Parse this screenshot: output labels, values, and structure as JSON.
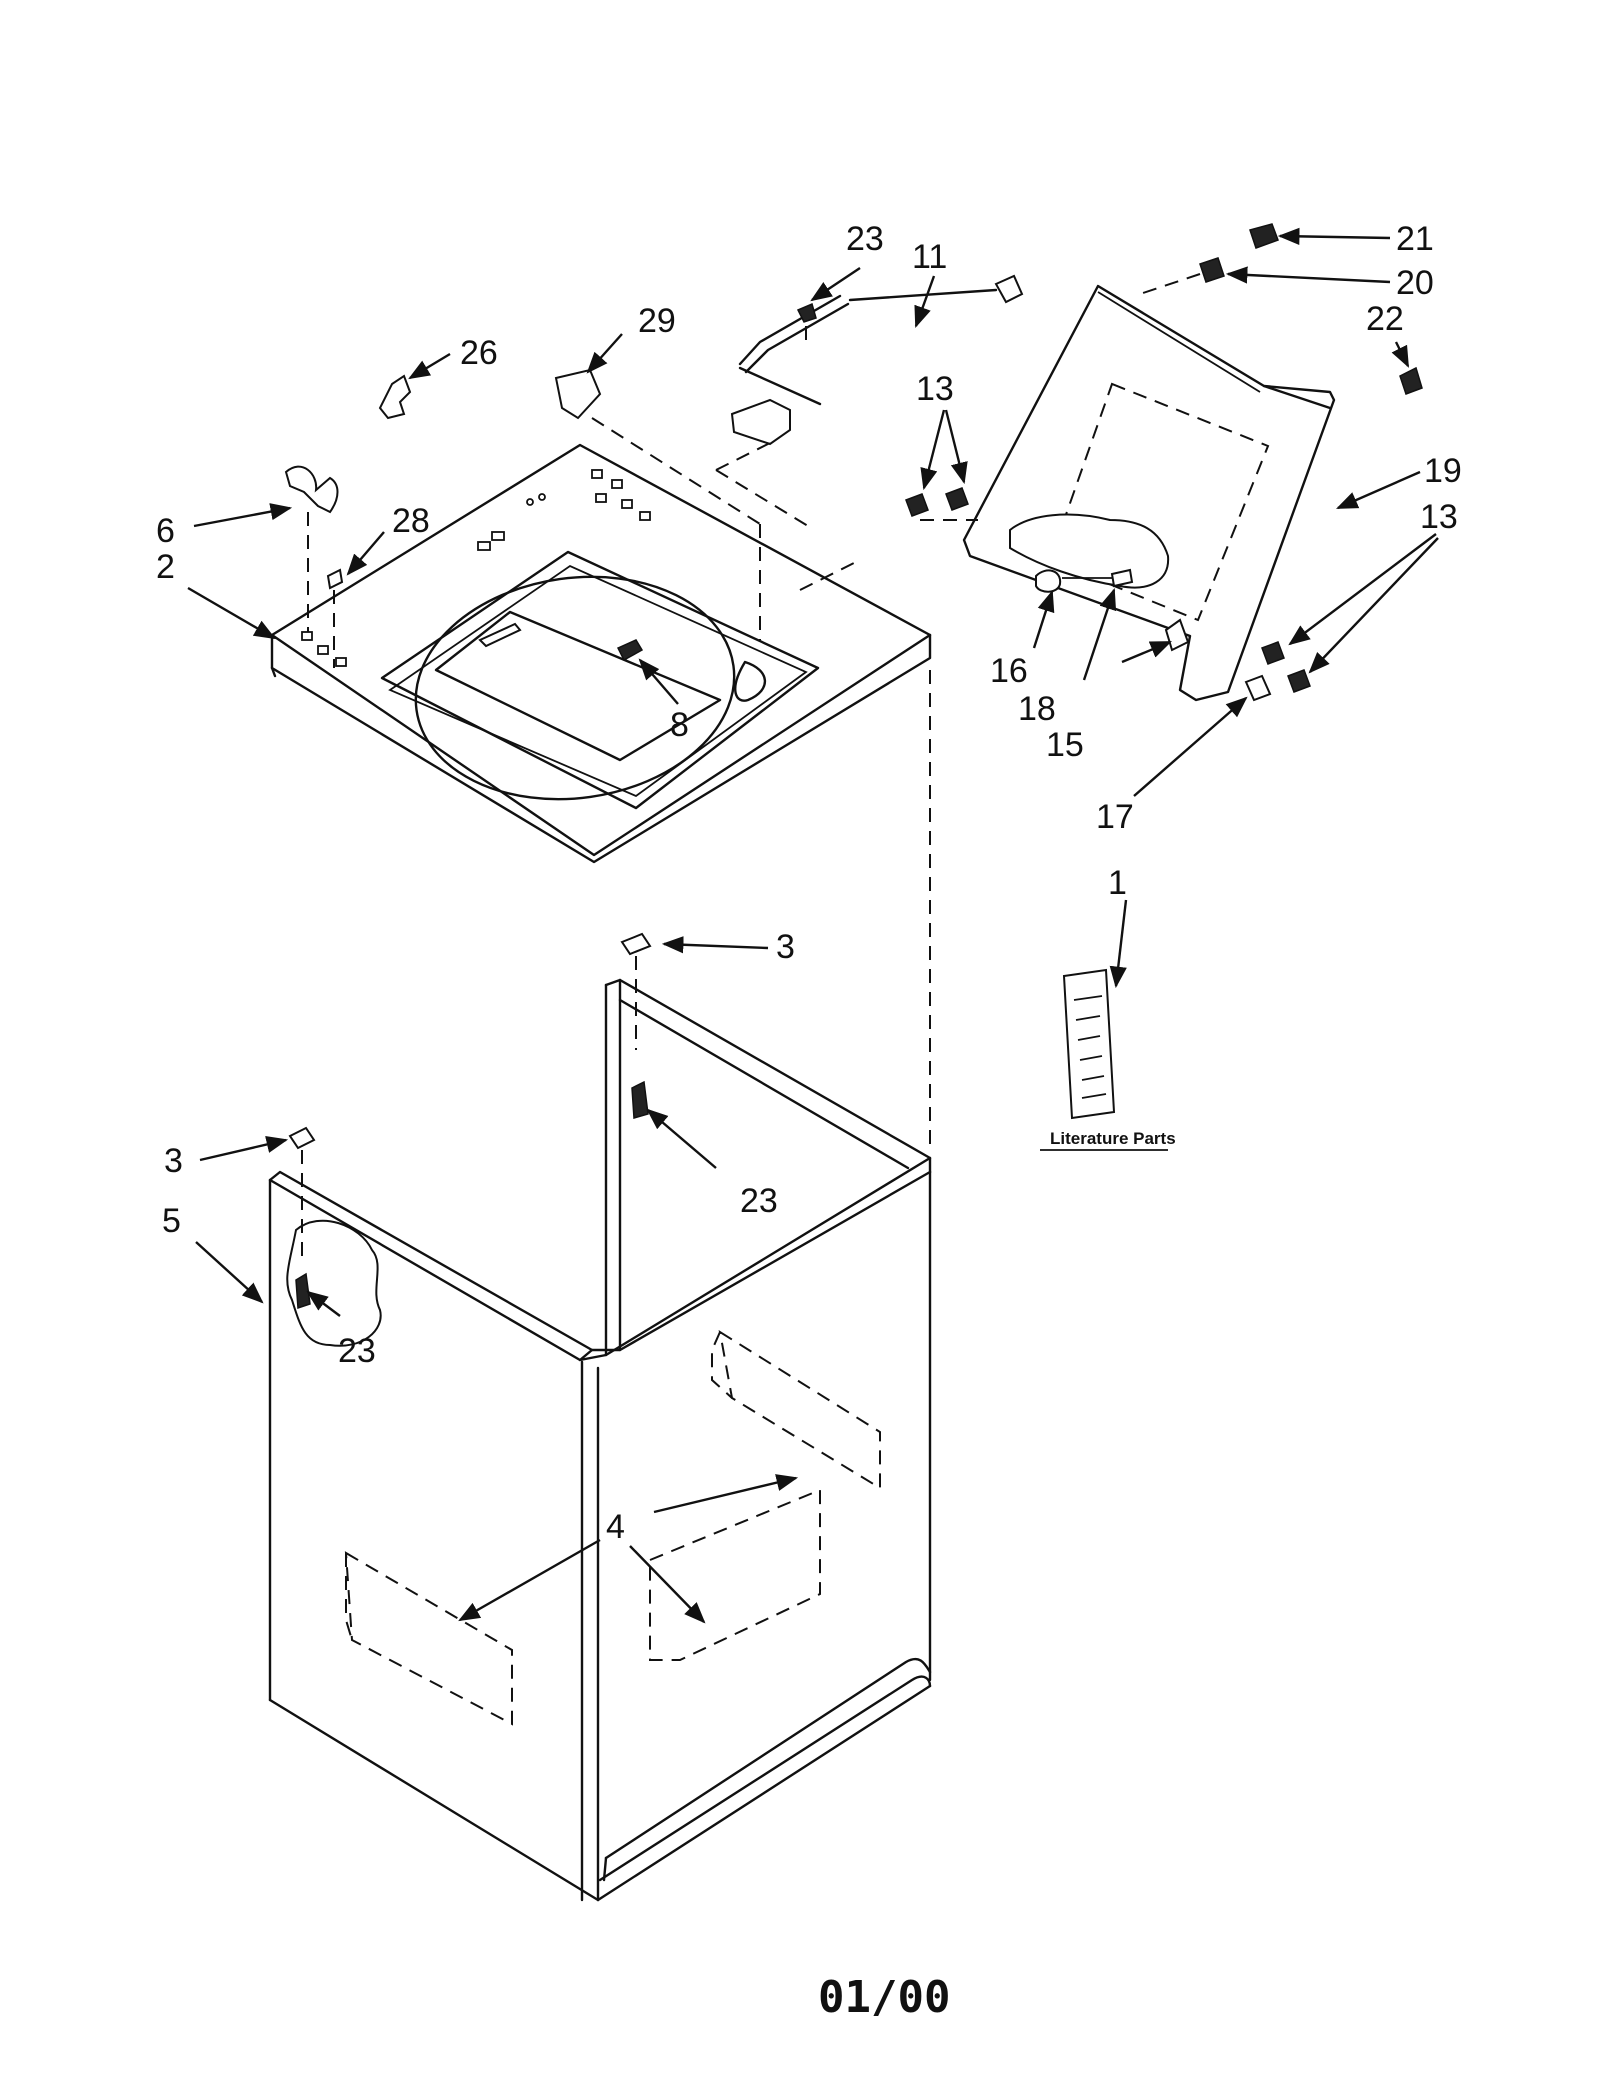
{
  "callouts": {
    "c1": "1",
    "c2": "2",
    "c3a": "3",
    "c3b": "3",
    "c4": "4",
    "c5": "5",
    "c6": "6",
    "c8": "8",
    "c11": "11",
    "c13a": "13",
    "c13b": "13",
    "c15": "15",
    "c16": "16",
    "c17": "17",
    "c18": "18",
    "c19": "19",
    "c20": "20",
    "c21": "21",
    "c22": "22",
    "c23a": "23",
    "c23b": "23",
    "c23c": "23",
    "c26": "26",
    "c28": "28",
    "c29": "29"
  },
  "literature_label": "Literature Parts",
  "footer_code": "01/00"
}
